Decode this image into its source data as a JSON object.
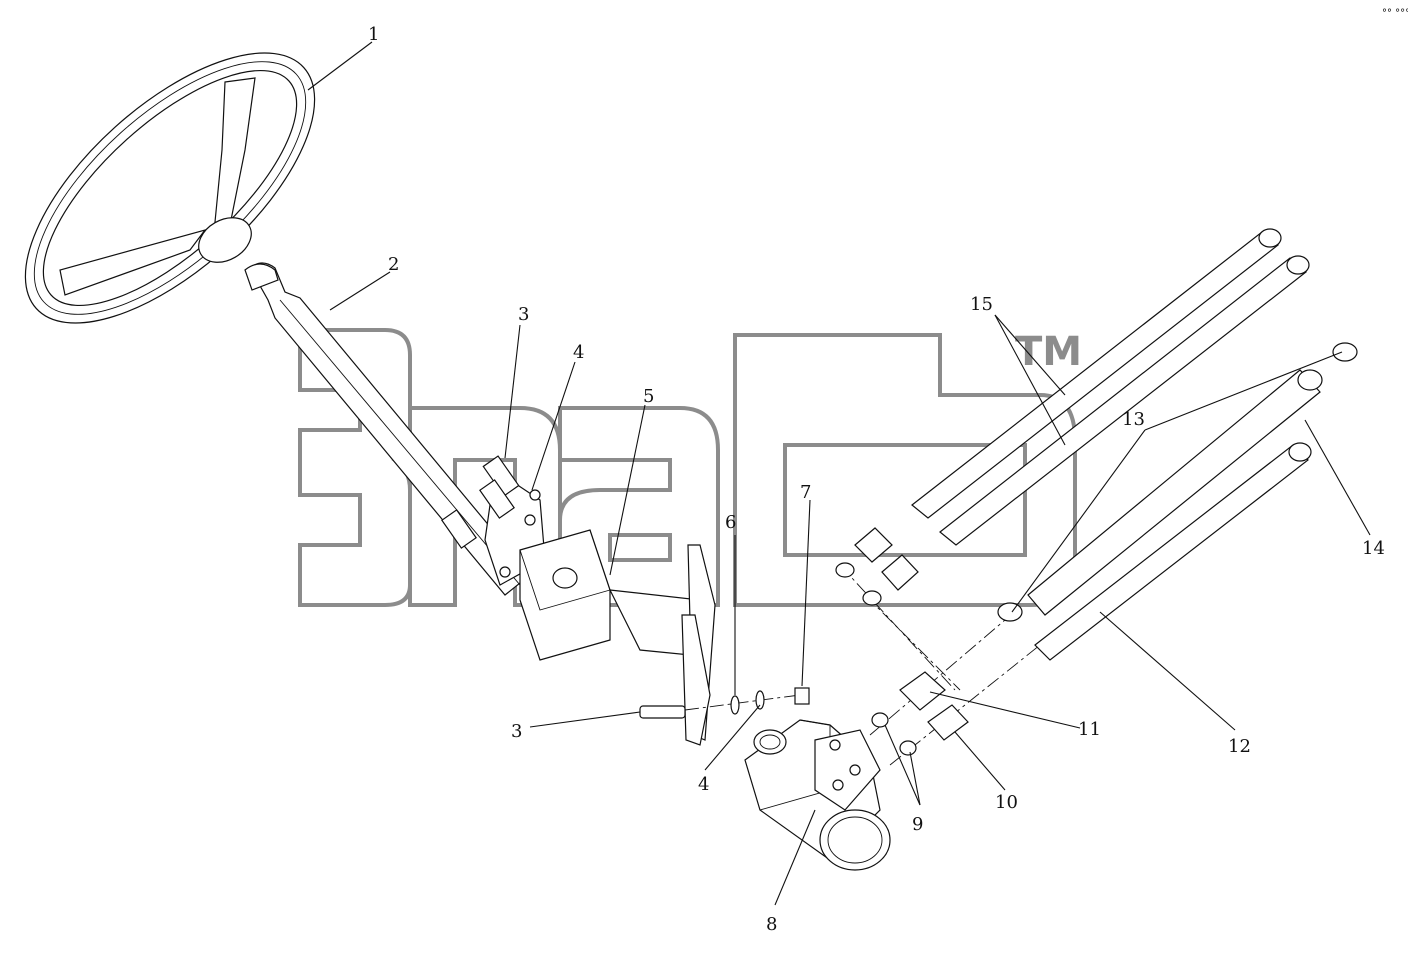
{
  "watermark": {
    "text": "3nab",
    "trademark": "TM",
    "color": "#8c8c8c"
  },
  "corner_mark": "°° °°°",
  "callouts": [
    "1",
    "2",
    "3",
    "4",
    "5",
    "3",
    "4",
    "6",
    "7",
    "8",
    "9",
    "10",
    "11",
    "12",
    "13",
    "14",
    "15"
  ]
}
